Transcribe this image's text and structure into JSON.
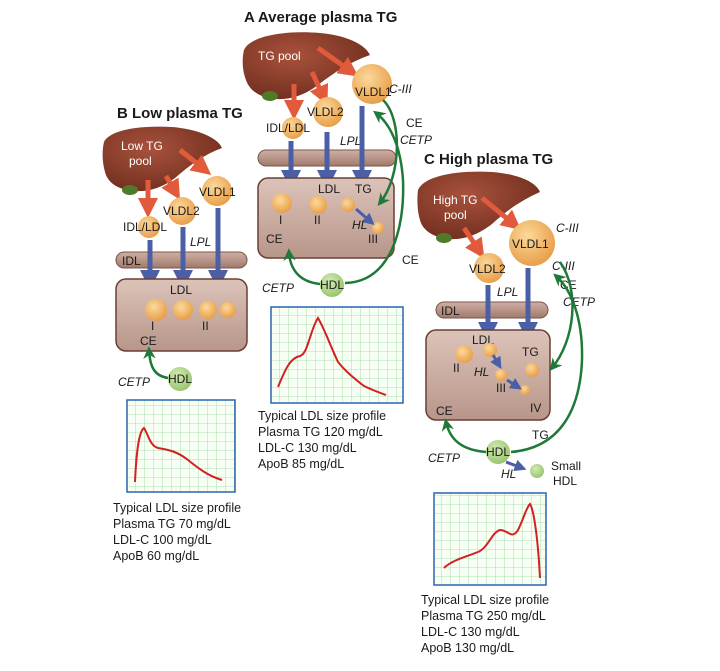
{
  "panelA": {
    "title": "A Average plasma TG",
    "pool": "TG pool",
    "vldl1": "VLDL1",
    "c3": "C-III",
    "vldl2": "VLDL2",
    "idl_ldl": "IDL/LDL",
    "lpl": "LPL",
    "ce_top": "CE",
    "cetp_top": "CETP",
    "ldl": "LDL",
    "tg": "TG",
    "hl": "HL",
    "sub1": "I",
    "sub2": "II",
    "sub3": "III",
    "ce_in": "CE",
    "ce_right": "CE",
    "cetp": "CETP",
    "hdl": "HDL",
    "caption": [
      "Typical LDL size profile",
      "Plasma TG 120 mg/dL",
      "LDL-C 130 mg/dL",
      "ApoB 85 mg/dL"
    ]
  },
  "panelB": {
    "title": "B Low plasma TG",
    "pool": [
      "Low TG",
      "pool"
    ],
    "vldl1": "VLDL1",
    "vldl2": "VLDL2",
    "idl_ldl": "IDL/LDL",
    "lpl": "LPL",
    "idl": "IDL",
    "ldl": "LDL",
    "sub1": "I",
    "sub2": "II",
    "ce": "CE",
    "cetp": "CETP",
    "hdl": "HDL",
    "caption": [
      "Typical LDL size profile",
      "Plasma TG 70 mg/dL",
      "LDL-C 100 mg/dL",
      "ApoB 60 mg/dL"
    ]
  },
  "panelC": {
    "title": "C High plasma TG",
    "pool": [
      "High TG",
      "pool"
    ],
    "c3_top": "C-III",
    "vldl1": "VLDL1",
    "c3_right": "C-III",
    "vldl2": "VLDL2",
    "lpl": "LPL",
    "ce_top": "CE",
    "cetp_top": "CETP",
    "idl": "IDL",
    "ldl": "LDL",
    "tg": "TG",
    "hl": "HL",
    "sub2": "II",
    "sub3": "III",
    "sub4": "IV",
    "ce_in": "CE",
    "tg_right": "TG",
    "cetp": "CETP",
    "hdl": "HDL",
    "hl2": "HL",
    "small_hdl": [
      "Small",
      "HDL"
    ],
    "caption": [
      "Typical LDL size profile",
      "Plasma TG 250 mg/dL",
      "LDL-C 130 mg/dL",
      "ApoB 130 mg/dL"
    ]
  },
  "colors": {
    "liver": "#7a3324",
    "particle": "#f2b060",
    "hdl": "#a9cf7e",
    "cell": "#c9a99c",
    "tube": "#b89383",
    "red_arrow": "#e15a3c",
    "blue_arrow": "#4b5fa6",
    "green_arrow": "#1f7a3a",
    "curve": "#d32020",
    "grid": "#8fd08f",
    "grid_border": "#2c63b4"
  }
}
